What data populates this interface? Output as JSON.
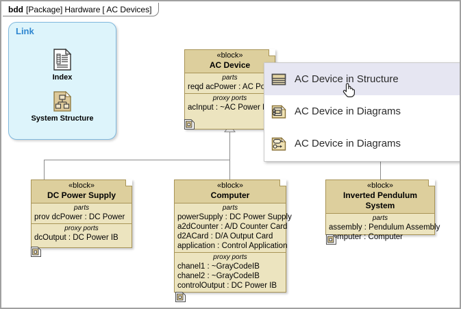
{
  "frame": {
    "kind": "bdd",
    "meta": "[Package]",
    "package": "Hardware",
    "diagram": "[ AC Devices]"
  },
  "link_box": {
    "title": "Link",
    "items": [
      {
        "label": "Index",
        "icon": "document-index-icon"
      },
      {
        "label": "System Structure",
        "icon": "system-structure-icon"
      }
    ]
  },
  "blocks": [
    {
      "id": "ac-device",
      "stereotype": "«block»",
      "name": "AC Device",
      "compartments": [
        {
          "title": "parts",
          "items": [
            "reqd acPower : AC Po"
          ]
        },
        {
          "title": "proxy ports",
          "items": [
            "acInput : ~AC Power I"
          ]
        }
      ]
    },
    {
      "id": "dc-power-supply",
      "stereotype": "«block»",
      "name": "DC Power Supply",
      "compartments": [
        {
          "title": "parts",
          "items": [
            "prov dcPower : DC Power"
          ]
        },
        {
          "title": "proxy ports",
          "items": [
            "dcOutput : DC Power IB"
          ]
        }
      ]
    },
    {
      "id": "computer",
      "stereotype": "«block»",
      "name": "Computer",
      "compartments": [
        {
          "title": "parts",
          "items": [
            "powerSupply : DC Power Supply",
            "a2dCounter : A/D Counter Card",
            "d2ACard : D/A Output Card",
            "application : Control Application"
          ]
        },
        {
          "title": "proxy ports",
          "items": [
            "chanel1 : ~GrayCodeIB",
            "chanel2 : ~GrayCodeIB",
            "controlOutput : DC Power IB"
          ]
        }
      ]
    },
    {
      "id": "inverted-pendulum-system",
      "stereotype": "«block»",
      "name": "Inverted Pendulum System",
      "compartments": [
        {
          "title": "parts",
          "items": [
            "assembly : Pendulum Assembly",
            "computer : Computer"
          ]
        }
      ]
    }
  ],
  "popup_menu": {
    "items": [
      {
        "label": "AC Device in Structure",
        "icon": "structure-browser-icon",
        "selected": true
      },
      {
        "label": "AC Device in Diagrams",
        "icon": "internal-block-diagram-icon",
        "selected": false
      },
      {
        "label": "AC Device in Diagrams",
        "icon": "parametric-diagram-icon",
        "selected": false
      }
    ]
  },
  "colors": {
    "block_body": "#ece4bf",
    "block_header": "#ddcf9d",
    "block_border": "#a89456",
    "link_box_bg": "#ddf4fb",
    "link_box_border": "#7fb8dd",
    "link_title": "#2e86d0",
    "menu_selected_bg": "#e6e6f2",
    "connector": "#8a8a8a"
  }
}
